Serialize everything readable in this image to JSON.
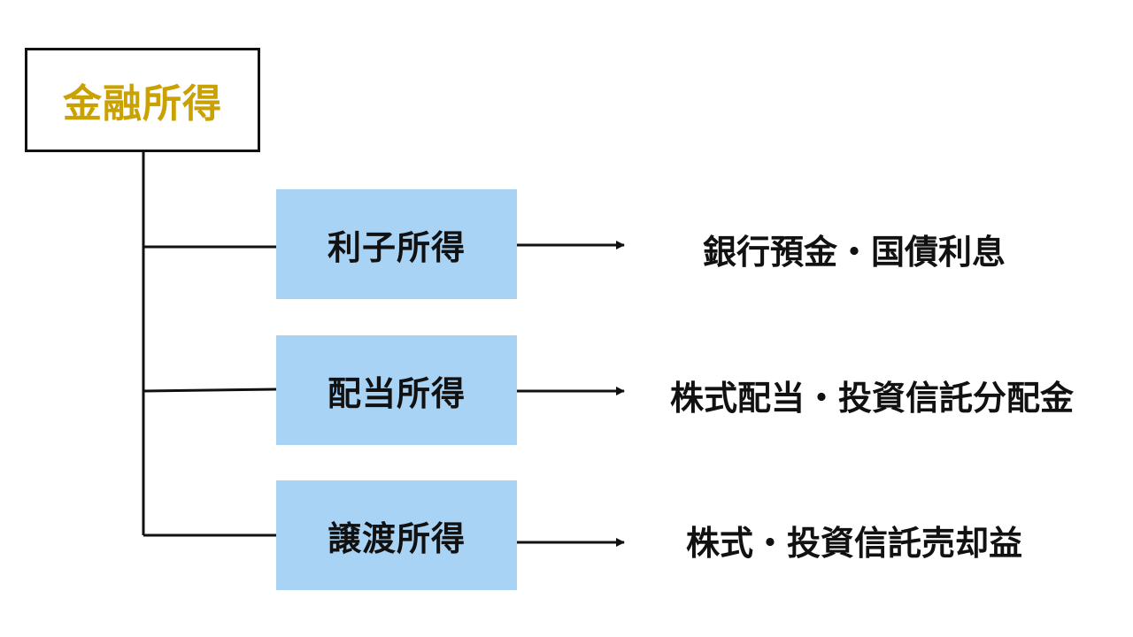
{
  "root": {
    "label": "金融所得",
    "color": "#c9a100"
  },
  "categories": [
    {
      "label": "利子所得",
      "example": "銀行預金・国債利息"
    },
    {
      "label": "配当所得",
      "example": "株式配当・投資信託分配金"
    },
    {
      "label": "譲渡所得",
      "example": "株式・投資信託売却益"
    }
  ],
  "colors": {
    "category_fill": "#a8d3f5",
    "line": "#111111"
  }
}
